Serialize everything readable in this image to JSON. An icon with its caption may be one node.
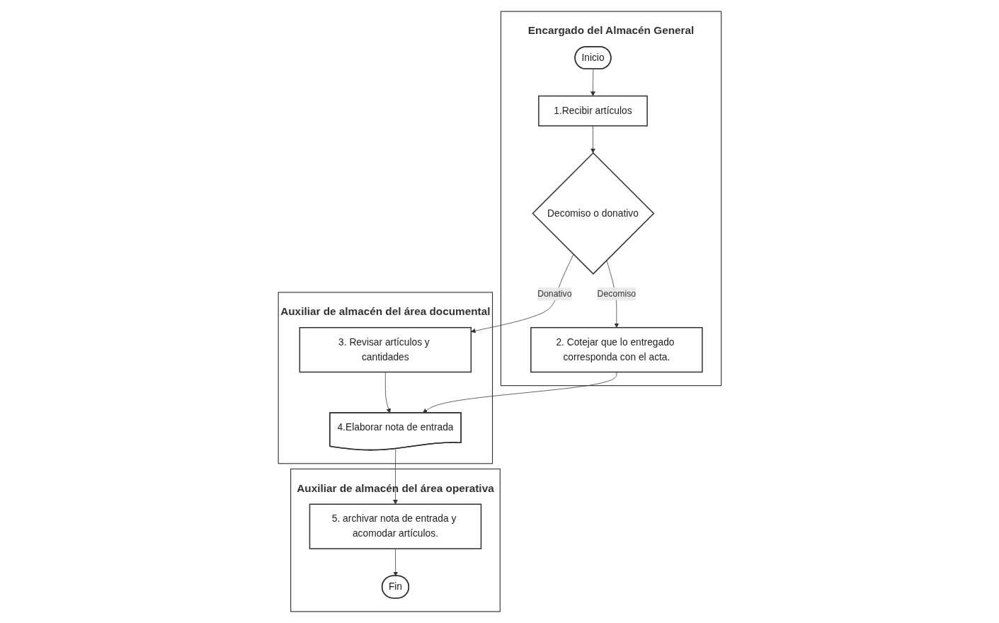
{
  "diagram": {
    "nodes": [
      {
        "text": [
          "Encargado del Almacén General"
        ]
      },
      {
        "text": [
          "Auxiliar de almacén del área documental"
        ]
      },
      {
        "text": [
          "Auxiliar de almacén del área operativa"
        ]
      },
      {
        "text": [
          "Inicio"
        ],
        "in": 0
      },
      {
        "text": [
          "1.Recibir artículos"
        ],
        "in": 0
      },
      {
        "text": [
          "Decomiso o donativo"
        ],
        "in": 0
      },
      {
        "text": [
          "2. Cotejar que lo entregado corresponda con el acta."
        ],
        "in": 0
      },
      {
        "text": [
          "3. Revisar artículos y cantidades"
        ],
        "in": 1
      },
      {
        "text": [
          "4.Elaborar nota de entrada"
        ],
        "in": 1
      },
      {
        "text": [
          "5. archivar nota de entrada y acomodar artículos."
        ],
        "in": 2
      },
      {
        "text": [
          "Fin"
        ],
        "in": 2
      }
    ],
    "edges": [
      {
        "from": 3,
        "to": 4,
        "arrow": "to"
      },
      {
        "from": 4,
        "to": 5,
        "arrow": "to"
      },
      {
        "from": 5,
        "to": 7,
        "label": "Donativo",
        "arrow": "to"
      },
      {
        "from": 5,
        "to": 6,
        "label": "Decomiso",
        "arrow": "to"
      },
      {
        "from": 7,
        "to": 8,
        "arrow": "to"
      },
      {
        "from": 6,
        "to": 8,
        "arrow": "to"
      },
      {
        "from": 8,
        "to": 9,
        "arrow": "to"
      },
      {
        "from": 9,
        "to": 10,
        "arrow": "to"
      }
    ]
  }
}
